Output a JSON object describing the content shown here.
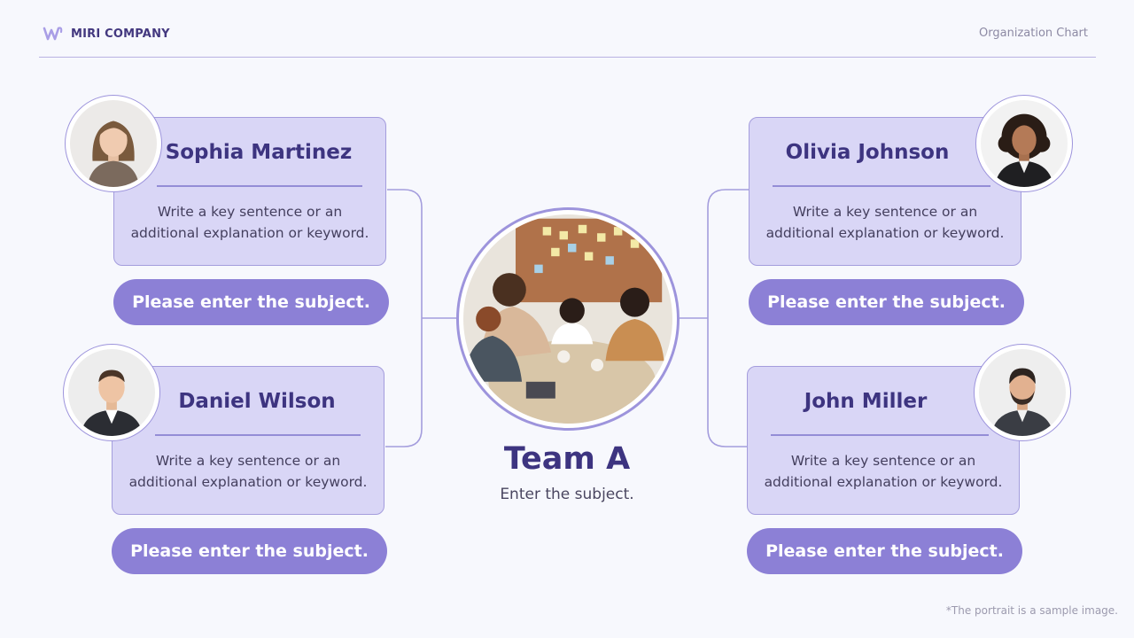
{
  "header": {
    "brand": "MIRI COMPANY",
    "title": "Organization Chart"
  },
  "team": {
    "name": "Team A",
    "subtitle": "Enter the subject."
  },
  "members": [
    {
      "name": "Sophia Martinez",
      "description": "Write a key sentence or an additional explanation or keyword.",
      "subject": "Please enter the subject."
    },
    {
      "name": "Daniel Wilson",
      "description": "Write a key sentence or an additional explanation or keyword.",
      "subject": "Please enter the subject."
    },
    {
      "name": "Olivia Johnson",
      "description": "Write a key sentence or an additional explanation or keyword.",
      "subject": "Please enter the subject."
    },
    {
      "name": "John Miller",
      "description": "Write a key sentence or an additional explanation or keyword.",
      "subject": "Please enter the subject."
    }
  ],
  "footnote": "*The portrait is a sample image.",
  "colors": {
    "accent": "#8c80d6",
    "card_fill": "#d9d6f6",
    "card_border": "#a49ddd",
    "title_text": "#3d3480",
    "background": "#f7f8fd"
  }
}
